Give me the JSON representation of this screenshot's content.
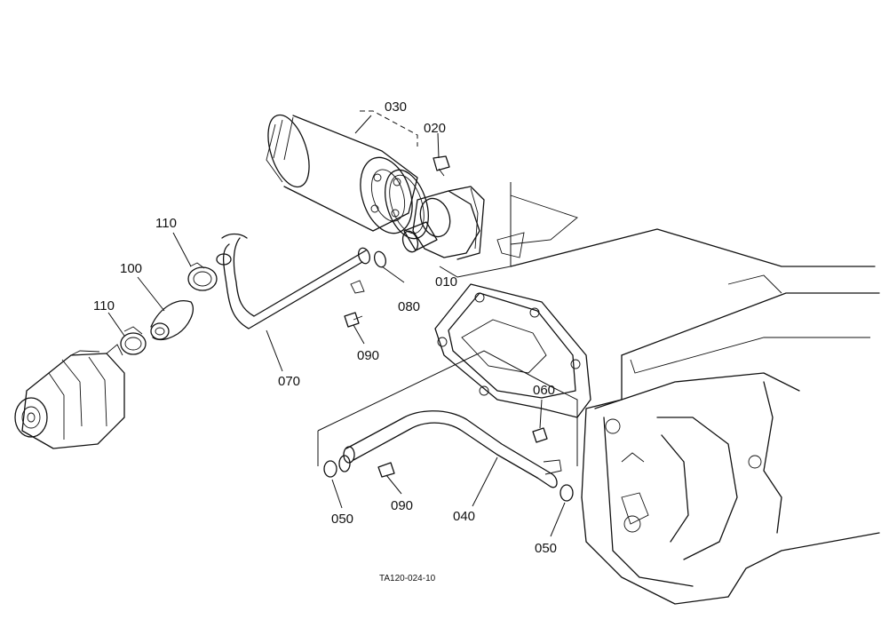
{
  "diagram": {
    "labels": [
      {
        "id": "030",
        "text": "030"
      },
      {
        "id": "020",
        "text": "020"
      },
      {
        "id": "110a",
        "text": "110"
      },
      {
        "id": "100",
        "text": "100"
      },
      {
        "id": "110b",
        "text": "110"
      },
      {
        "id": "010",
        "text": "010"
      },
      {
        "id": "080",
        "text": "080"
      },
      {
        "id": "090a",
        "text": "090"
      },
      {
        "id": "070",
        "text": "070"
      },
      {
        "id": "060",
        "text": "060"
      },
      {
        "id": "050a",
        "text": "050"
      },
      {
        "id": "090b",
        "text": "090"
      },
      {
        "id": "040",
        "text": "040"
      },
      {
        "id": "050b",
        "text": "050"
      }
    ],
    "drawing_code": "TA120-024-10"
  }
}
